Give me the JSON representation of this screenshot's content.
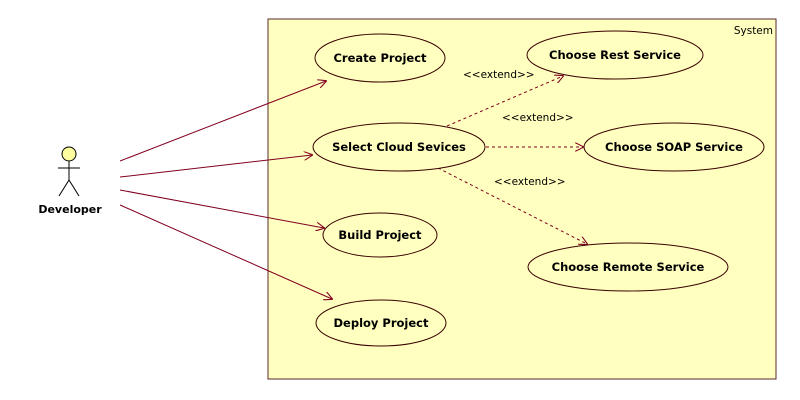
{
  "system": {
    "label": "System"
  },
  "actor": {
    "name": "Developer"
  },
  "use_cases": {
    "create_project": "Create Project",
    "select_cloud": "Select Cloud Sevices",
    "build_project": "Build Project",
    "deploy_project": "Deploy Project",
    "choose_rest": "Choose Rest Service",
    "choose_soap": "Choose SOAP Service",
    "choose_remote": "Choose Remote Service"
  },
  "relations": {
    "extend_rest": "<<extend>>",
    "extend_soap": "<<extend>>",
    "extend_remote": "<<extend>>"
  },
  "colors": {
    "system_fill": "#ffffc0",
    "system_border": "#5a2a2a",
    "use_case_fill": "#ffffc0",
    "use_case_border": "#3a0000",
    "association_line": "#800020",
    "actor_head_fill": "#ffffa0",
    "extend_line": "#800020"
  }
}
